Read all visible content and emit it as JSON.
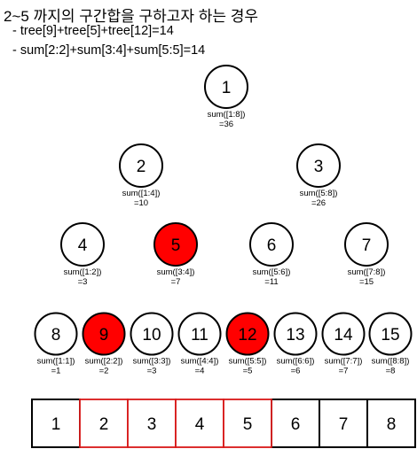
{
  "heading": "2~5 까지의 구간합을 구하고자 하는 경우",
  "lines": [
    "- tree[9]+tree[5]+tree[12]=14",
    "- sum[2:2]+sum[3:4]+sum[5:5]=14"
  ],
  "colors": {
    "highlight_fill": "#ff0000",
    "highlight_border": "#d81818",
    "stroke": "#000000"
  },
  "tree_nodes": [
    {
      "num": "1",
      "sum": "sum([1:8])",
      "val": "=36",
      "highlight": false
    },
    {
      "num": "2",
      "sum": "sum([1:4])",
      "val": "=10",
      "highlight": false
    },
    {
      "num": "3",
      "sum": "sum([5:8])",
      "val": "=26",
      "highlight": false
    },
    {
      "num": "4",
      "sum": "sum([1:2])",
      "val": "=3",
      "highlight": false
    },
    {
      "num": "5",
      "sum": "sum([3:4])",
      "val": "=7",
      "highlight": true
    },
    {
      "num": "6",
      "sum": "sum([5:6])",
      "val": "=11",
      "highlight": false
    },
    {
      "num": "7",
      "sum": "sum([7:8])",
      "val": "=15",
      "highlight": false
    },
    {
      "num": "8",
      "sum": "sum([1:1])",
      "val": "=1",
      "highlight": false
    },
    {
      "num": "9",
      "sum": "sum([2:2])",
      "val": "=2",
      "highlight": true
    },
    {
      "num": "10",
      "sum": "sum([3:3])",
      "val": "=3",
      "highlight": false
    },
    {
      "num": "11",
      "sum": "sum([4:4])",
      "val": "=4",
      "highlight": false
    },
    {
      "num": "12",
      "sum": "sum([5:5])",
      "val": "=5",
      "highlight": true
    },
    {
      "num": "13",
      "sum": "sum([6:6])",
      "val": "=6",
      "highlight": false
    },
    {
      "num": "14",
      "sum": "sum([7:7])",
      "val": "=7",
      "highlight": false
    },
    {
      "num": "15",
      "sum": "sum([8:8])",
      "val": "=8",
      "highlight": false
    }
  ],
  "array": [
    {
      "num": "1",
      "highlight": false
    },
    {
      "num": "2",
      "highlight": true
    },
    {
      "num": "3",
      "highlight": true
    },
    {
      "num": "4",
      "highlight": true
    },
    {
      "num": "5",
      "highlight": true
    },
    {
      "num": "6",
      "highlight": false
    },
    {
      "num": "7",
      "highlight": false
    },
    {
      "num": "8",
      "highlight": false
    }
  ]
}
